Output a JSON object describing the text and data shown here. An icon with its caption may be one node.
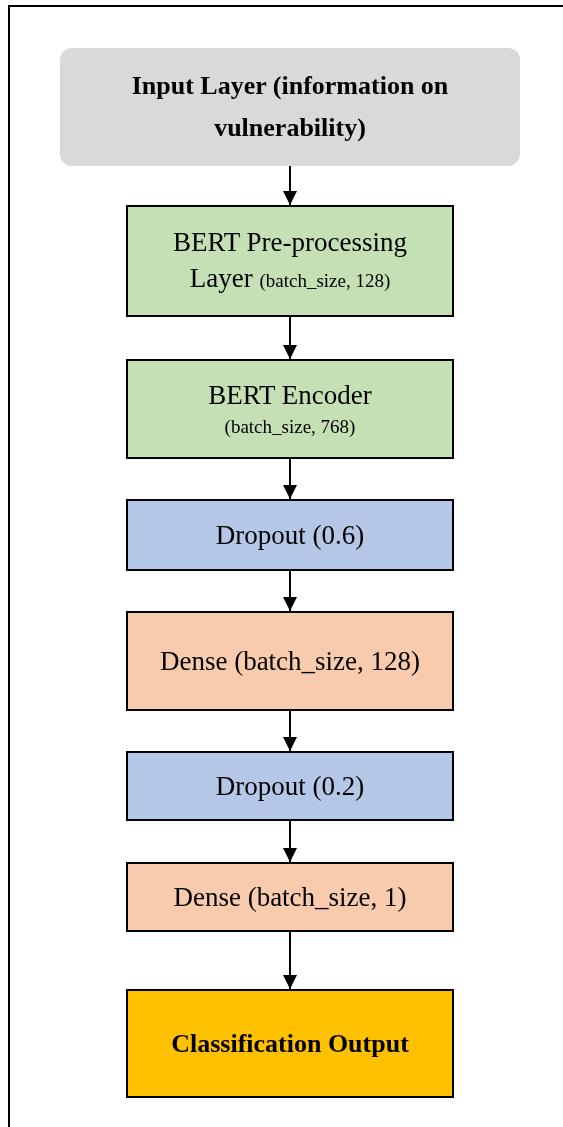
{
  "diagram": {
    "nodes": [
      {
        "text": [
          "Input Layer (information on vulnerability)"
        ]
      },
      {
        "text": [
          "BERT Pre-processing Layer",
          "(batch_size, 128)"
        ]
      },
      {
        "text": [
          "BERT Encoder",
          "(batch_size, 768)"
        ]
      },
      {
        "text": [
          "Dropout (0.6)"
        ]
      },
      {
        "text": [
          "Dense (batch_size, 128)"
        ]
      },
      {
        "text": [
          "Dropout (0.2)"
        ]
      },
      {
        "text": [
          "Dense (batch_size, 1)"
        ]
      },
      {
        "text": [
          "Classification Output"
        ]
      }
    ],
    "edges": [
      {
        "from": 0,
        "to": 1,
        "arrow": "to"
      },
      {
        "from": 1,
        "to": 2,
        "arrow": "to"
      },
      {
        "from": 2,
        "to": 3,
        "arrow": "to"
      },
      {
        "from": 3,
        "to": 4,
        "arrow": "to"
      },
      {
        "from": 4,
        "to": 5,
        "arrow": "to"
      },
      {
        "from": 5,
        "to": 6,
        "arrow": "to"
      },
      {
        "from": 6,
        "to": 7,
        "arrow": "to"
      }
    ]
  }
}
